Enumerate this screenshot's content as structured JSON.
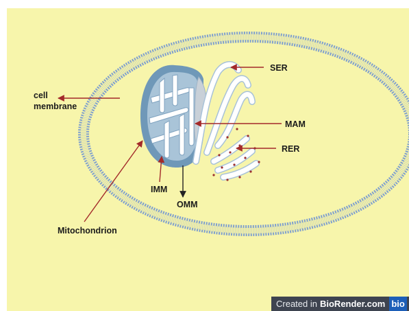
{
  "labels": {
    "cell_membrane_line1": "cell",
    "cell_membrane_line2": "membrane",
    "ser": "SER",
    "mam": "MAM",
    "rer": "RER",
    "imm": "IMM",
    "omm": "OMM",
    "mitochondrion": "Mitochondrion"
  },
  "watermark": {
    "created": "Created in",
    "brand": "BioRender.com",
    "logo": "bio"
  },
  "colors": {
    "background": "#f7f5ab",
    "membrane": "#7f9fce",
    "membrane_core": "#e6eaa0",
    "mitochondrion_outer": "#6f98b8",
    "mitochondrion_matrix": "#a9c4d8",
    "cristae": "#ffffff",
    "er": "#ffffff",
    "er_outline": "#a8c2d8",
    "mam": "#c8d0d8",
    "arrow_red": "#a32a2a",
    "arrow_black": "#222222",
    "ribosome": "#9b3030"
  }
}
